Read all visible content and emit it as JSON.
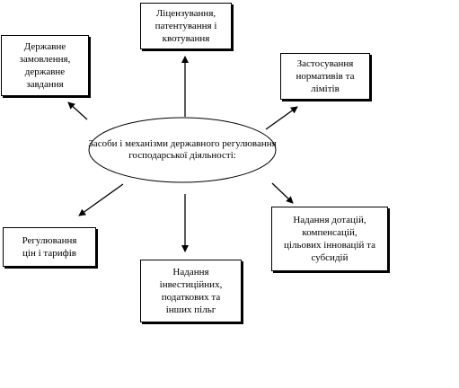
{
  "center": {
    "lines": [
      "Засоби і механізми",
      "державного регулювання",
      "господарської діяльності:"
    ]
  },
  "boxes": {
    "top": {
      "lines": [
        "Ліцензування,",
        "патентування і",
        "квотування"
      ]
    },
    "top_left": {
      "lines": [
        "Державне",
        "замовлення,",
        "державне",
        "завдання"
      ]
    },
    "top_right": {
      "lines": [
        "Застосування",
        "нормативів та",
        "лімітів"
      ]
    },
    "bottom_left": {
      "lines": [
        "Регулювання",
        "цін і тарифів"
      ]
    },
    "bottom": {
      "lines": [
        "Надання",
        "інвестиційних,",
        "податкових та",
        "інших пільг"
      ]
    },
    "bottom_right": {
      "lines": [
        "Надання дотацій,",
        "компенсацій,",
        "цільових інновацій та",
        "субсидій"
      ]
    }
  }
}
